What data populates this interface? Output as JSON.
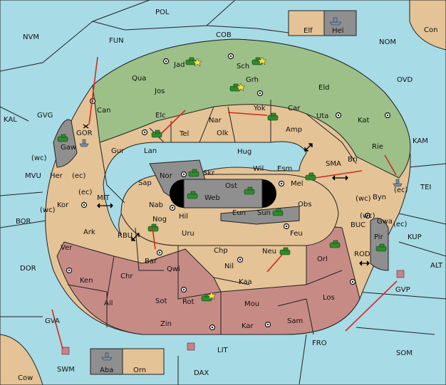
{
  "map": {
    "provinces": {
      "POL": "POL",
      "NVM": "NVM",
      "FUN": "FUN",
      "COB": "COB",
      "NOM": "NOM",
      "Con": "Con",
      "Elf": "Elf",
      "Hel": "Hel",
      "OVD": "OVD",
      "KAL": "KAL",
      "GVG": "GVG",
      "KAM": "KAM",
      "MVU": "MVU",
      "TEI": "TEI",
      "BOR": "BOR",
      "KUP": "KUP",
      "ALT": "ALT",
      "DOR": "DOR",
      "GVA": "GVA",
      "SWM": "SWM",
      "Cow": "Cow",
      "Aba": "Aba",
      "Orn": "Orn",
      "DAX": "DAX",
      "LIT": "LIT",
      "FRO": "FRO",
      "SOM": "SOM",
      "GVP": "GVP",
      "MIT": "MIT",
      "RBU": "RBU",
      "SMA": "SMA",
      "BUC": "BUC",
      "ROD": "ROD",
      "GOR": "GOR",
      "Jad": "Jad",
      "Sch": "Sch",
      "Qua": "Qua",
      "Jos": "Jos",
      "Grh": "Grh",
      "Eld": "Eld",
      "Can": "Can",
      "Elc": "Elc",
      "Nar": "Nar",
      "Yok": "Yok",
      "Car": "Car",
      "Uta": "Uta",
      "Tel": "Tel",
      "Olk": "Olk",
      "Amp": "Amp",
      "Kat": "Kat",
      "Gaw": "Gaw",
      "Gur": "Gur",
      "Lan": "Lan",
      "Hug": "Hug",
      "Rie": "Rie",
      "Bri": "Bri",
      "Nor": "Nor",
      "Skr": "Skr",
      "Wil": "Wil",
      "Esm": "Esm",
      "Her": "Her",
      "Sap": "Sap",
      "Web": "Web",
      "Ost": "Ost",
      "Mel": "Mel",
      "Byn": "Byn",
      "Kor": "Kor",
      "Nab": "Nab",
      "Eun": "Eun",
      "Sun": "Sun",
      "Obs": "Obs",
      "Hil": "Hil",
      "Ark": "Ark",
      "Nog": "Nog",
      "Uru": "Uru",
      "Feu": "Feu",
      "Gwa": "Gwa",
      "Pir": "Pir",
      "Ver": "Ver",
      "Chp": "Chp",
      "Bar": "Bar",
      "Neu": "Neu",
      "Orl": "Orl",
      "Qwi": "Qwi",
      "Nil": "Nil",
      "Ken": "Ken",
      "Chr": "Chr",
      "Kaa": "Kaa",
      "Los": "Los",
      "Sot": "Sot",
      "Rot": "Rot",
      "Mou": "Mou",
      "Ail": "Ail",
      "Zin": "Zin",
      "Kar": "Kar",
      "Sam": "Sam"
    },
    "coasts": {
      "wc1": "(wc)",
      "ec1": "(ec)",
      "ec2": "(ec)",
      "wc2": "(wc)",
      "ec3": "(ec)",
      "wc3": "(wc)",
      "wc4": "(wc)",
      "ec4": "(ec)"
    },
    "colors": {
      "sea": "#a7dbe6",
      "green": "#9cc088",
      "tan": "#e4c396",
      "red": "#c78b86",
      "gray": "#8f8f8f",
      "arrow": "#d42a1e"
    },
    "icons": {
      "army": "tank-icon",
      "fleet": "ship-icon",
      "supply": "supply-center-icon",
      "star": "star-icon",
      "move": "move-arrow",
      "convoy": "double-arrow-icon"
    }
  }
}
